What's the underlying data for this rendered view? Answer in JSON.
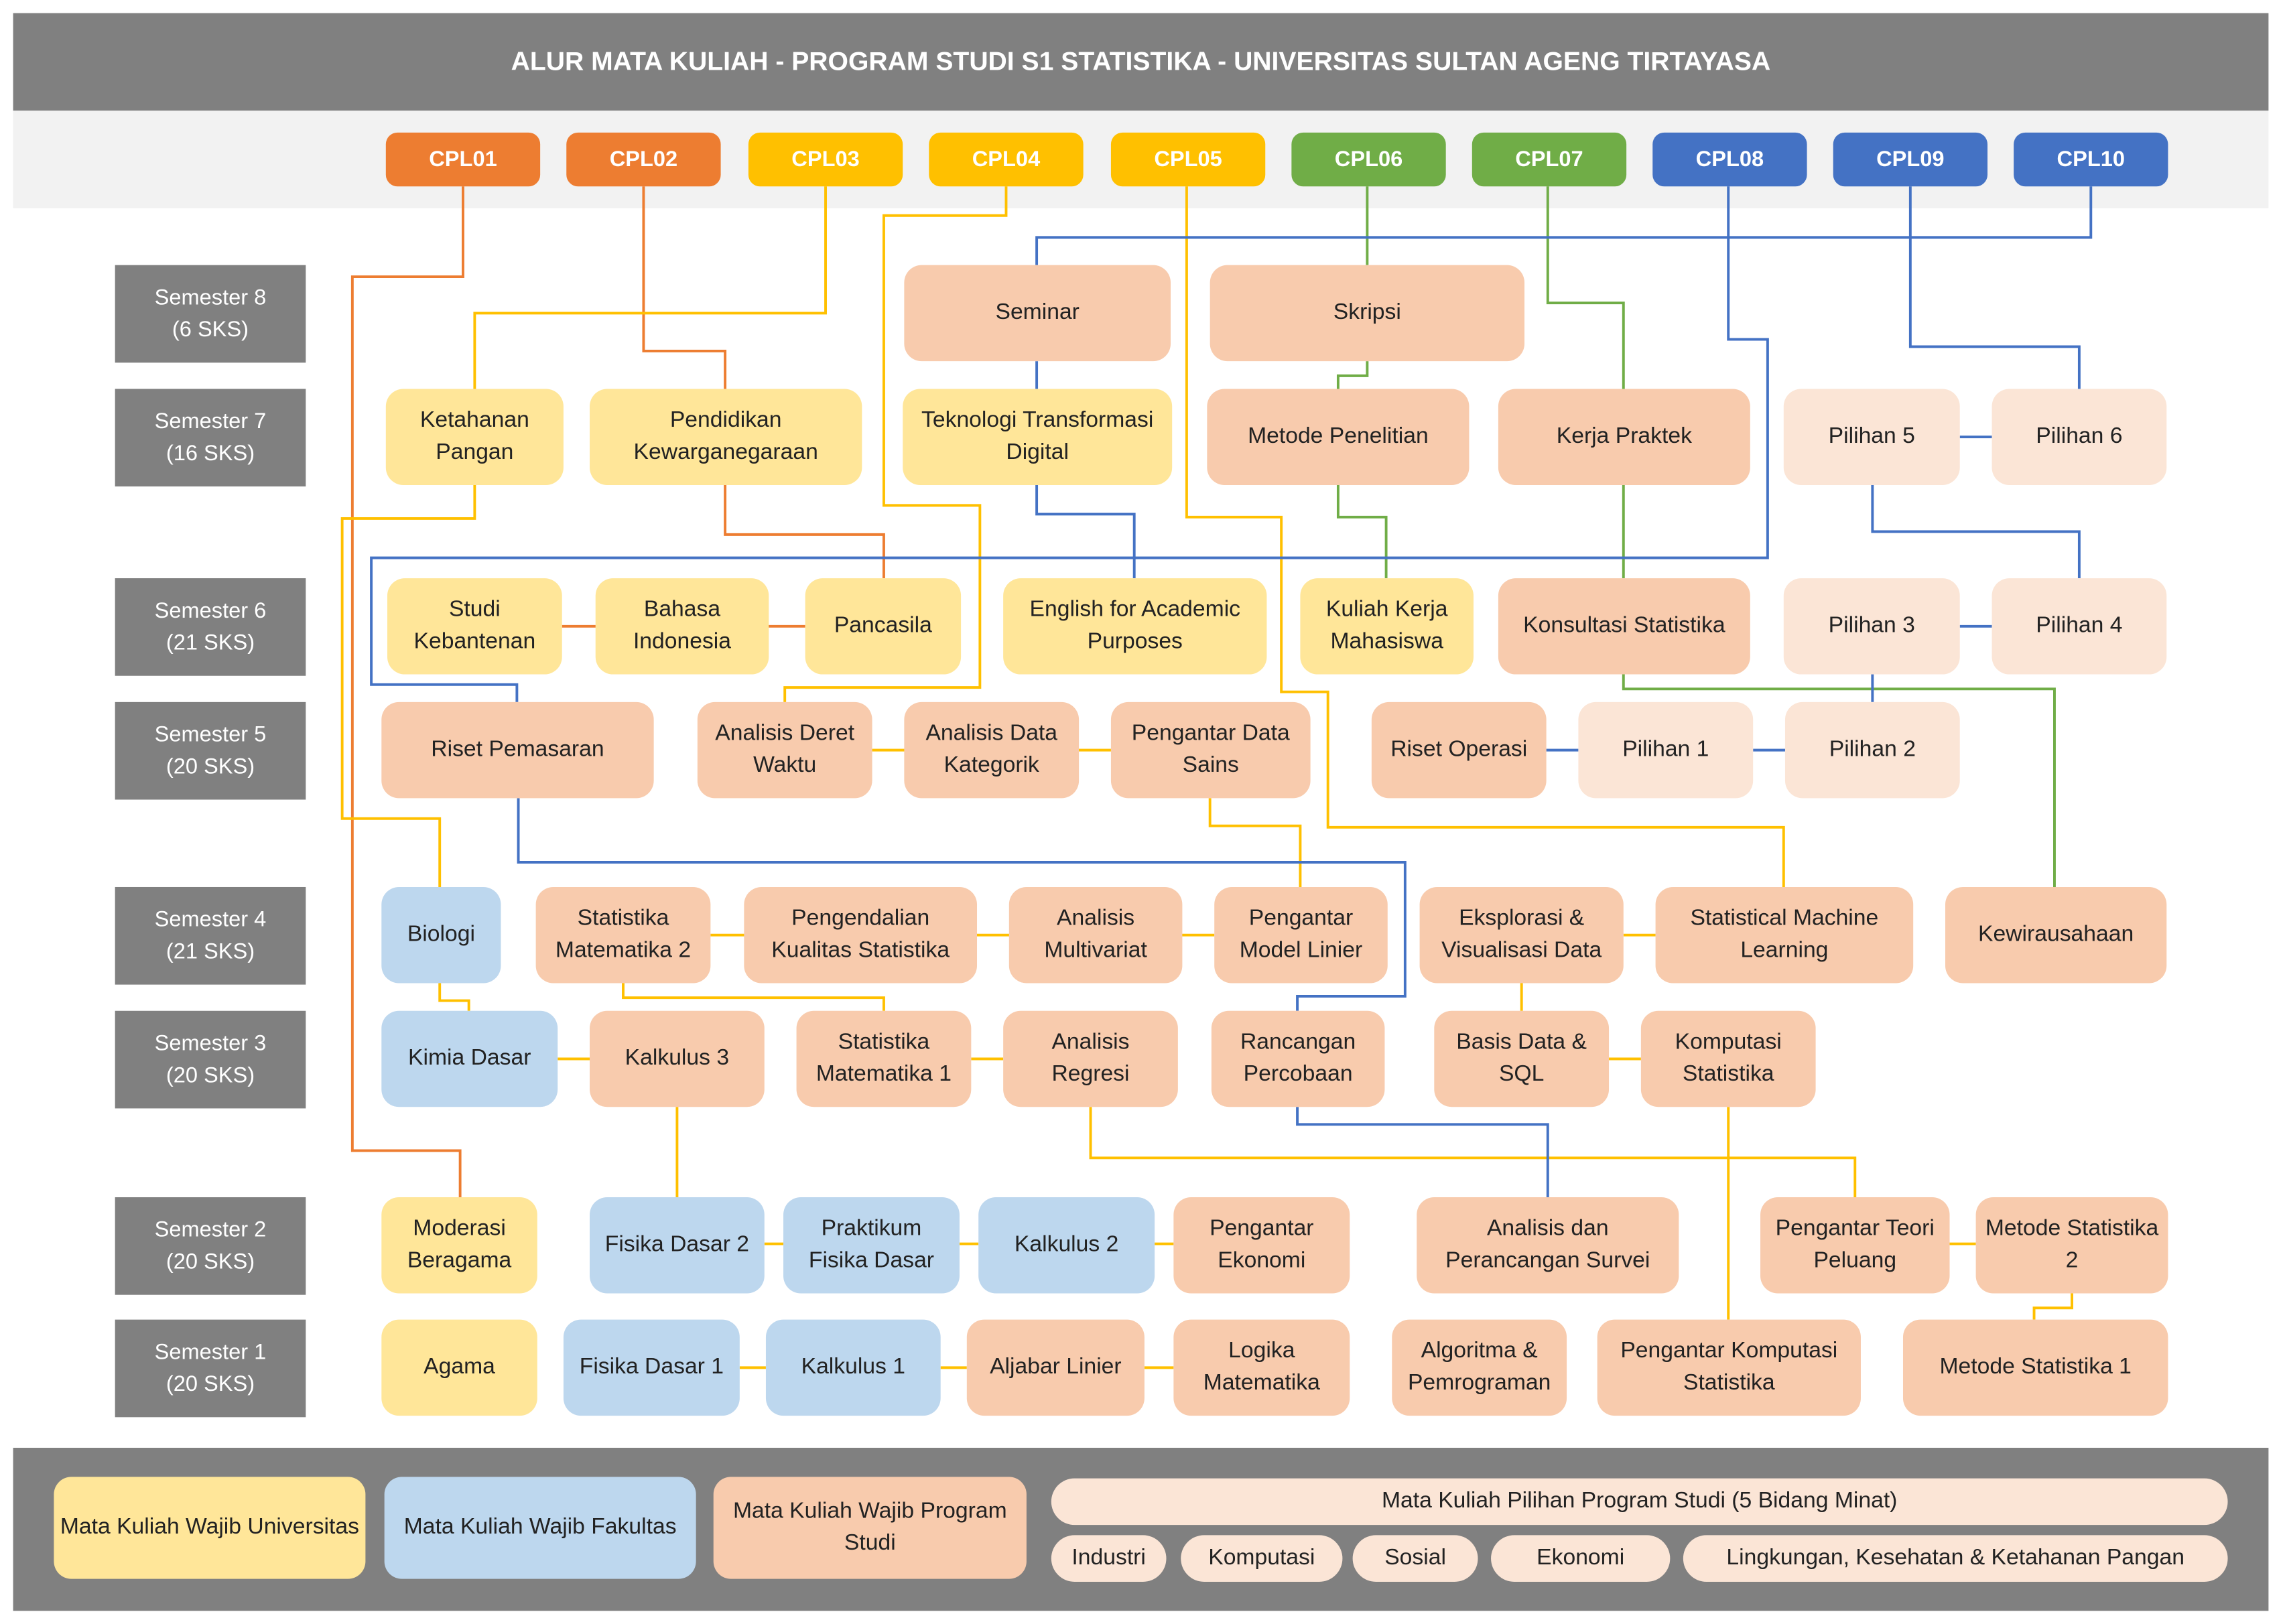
{
  "title": "ALUR MATA KULIAH - PROGRAM STUDI S1 STATISTIKA - UNIVERSITAS SULTAN AGENG TIRTAYASA",
  "cpl": [
    {
      "label": "CPL01",
      "color": "#ed7d31"
    },
    {
      "label": "CPL02",
      "color": "#ed7d31"
    },
    {
      "label": "CPL03",
      "color": "#ffc000"
    },
    {
      "label": "CPL04",
      "color": "#ffc000"
    },
    {
      "label": "CPL05",
      "color": "#ffc000"
    },
    {
      "label": "CPL06",
      "color": "#70ad47"
    },
    {
      "label": "CPL07",
      "color": "#70ad47"
    },
    {
      "label": "CPL08",
      "color": "#4472c4"
    },
    {
      "label": "CPL09",
      "color": "#4472c4"
    },
    {
      "label": "CPL10",
      "color": "#4472c4"
    }
  ],
  "semesters": [
    {
      "name": "Semester 8",
      "sks": "(6 SKS)",
      "courses": [
        {
          "name": "Seminar",
          "type": "prodi"
        },
        {
          "name": "Skripsi",
          "type": "prodi"
        }
      ]
    },
    {
      "name": "Semester 7",
      "sks": "(16 SKS)",
      "courses": [
        {
          "name": "Ketahanan Pangan",
          "type": "univ"
        },
        {
          "name": "Pendidikan Kewarganegaraan",
          "type": "univ"
        },
        {
          "name": "Teknologi Transformasi Digital",
          "type": "univ"
        },
        {
          "name": "Metode Penelitian",
          "type": "prodi"
        },
        {
          "name": "Kerja Praktek",
          "type": "prodi"
        },
        {
          "name": "Pilihan 5",
          "type": "pil"
        },
        {
          "name": "Pilihan 6",
          "type": "pil"
        }
      ]
    },
    {
      "name": "Semester 6",
      "sks": "(21 SKS)",
      "courses": [
        {
          "name": "Studi Kebantenan",
          "type": "univ"
        },
        {
          "name": "Bahasa Indonesia",
          "type": "univ"
        },
        {
          "name": "Pancasila",
          "type": "univ"
        },
        {
          "name": "English for Academic Purposes",
          "type": "univ"
        },
        {
          "name": "Kuliah Kerja Mahasiswa",
          "type": "univ"
        },
        {
          "name": "Konsultasi Statistika",
          "type": "prodi"
        },
        {
          "name": "Pilihan 3",
          "type": "pil"
        },
        {
          "name": "Pilihan 4",
          "type": "pil"
        }
      ]
    },
    {
      "name": "Semester 5",
      "sks": "(20 SKS)",
      "courses": [
        {
          "name": "Riset Pemasaran",
          "type": "prodi"
        },
        {
          "name": "Analisis Deret Waktu",
          "type": "prodi"
        },
        {
          "name": "Analisis Data Kategorik",
          "type": "prodi"
        },
        {
          "name": "Pengantar Data Sains",
          "type": "prodi"
        },
        {
          "name": "Riset Operasi",
          "type": "prodi"
        },
        {
          "name": "Pilihan 1",
          "type": "pil"
        },
        {
          "name": "Pilihan 2",
          "type": "pil"
        }
      ]
    },
    {
      "name": "Semester 4",
      "sks": "(21 SKS)",
      "courses": [
        {
          "name": "Biologi",
          "type": "fak"
        },
        {
          "name": "Statistika Matematika 2",
          "type": "prodi"
        },
        {
          "name": "Pengendalian Kualitas Statistika",
          "type": "prodi"
        },
        {
          "name": "Analisis Multivariat",
          "type": "prodi"
        },
        {
          "name": "Pengantar Model Linier",
          "type": "prodi"
        },
        {
          "name": "Eksplorasi & Visualisasi Data",
          "type": "prodi"
        },
        {
          "name": "Statistical Machine Learning",
          "type": "prodi"
        },
        {
          "name": "Kewirausahaan",
          "type": "prodi"
        }
      ]
    },
    {
      "name": "Semester 3",
      "sks": "(20 SKS)",
      "courses": [
        {
          "name": "Kimia Dasar",
          "type": "fak"
        },
        {
          "name": "Kalkulus 3",
          "type": "prodi"
        },
        {
          "name": "Statistika Matematika 1",
          "type": "prodi"
        },
        {
          "name": "Analisis Regresi",
          "type": "prodi"
        },
        {
          "name": "Rancangan Percobaan",
          "type": "prodi"
        },
        {
          "name": "Basis Data & SQL",
          "type": "prodi"
        },
        {
          "name": "Komputasi Statistika",
          "type": "prodi"
        }
      ]
    },
    {
      "name": "Semester 2",
      "sks": "(20 SKS)",
      "courses": [
        {
          "name": "Moderasi Beragama",
          "type": "univ"
        },
        {
          "name": "Fisika Dasar 2",
          "type": "fak"
        },
        {
          "name": "Praktikum Fisika Dasar",
          "type": "fak"
        },
        {
          "name": "Kalkulus 2",
          "type": "fak"
        },
        {
          "name": "Pengantar Ekonomi",
          "type": "prodi"
        },
        {
          "name": "Analisis dan Perancangan Survei",
          "type": "prodi"
        },
        {
          "name": "Pengantar Teori Peluang",
          "type": "prodi"
        },
        {
          "name": "Metode Statistika 2",
          "type": "prodi"
        }
      ]
    },
    {
      "name": "Semester 1",
      "sks": "(20 SKS)",
      "courses": [
        {
          "name": "Agama",
          "type": "univ"
        },
        {
          "name": "Fisika Dasar 1",
          "type": "fak"
        },
        {
          "name": "Kalkulus 1",
          "type": "fak"
        },
        {
          "name": "Aljabar Linier",
          "type": "prodi"
        },
        {
          "name": "Logika Matematika",
          "type": "prodi"
        },
        {
          "name": "Algoritma & Pemrograman",
          "type": "prodi"
        },
        {
          "name": "Pengantar Komputasi Statistika",
          "type": "prodi"
        },
        {
          "name": "Metode Statistika 1",
          "type": "prodi"
        }
      ]
    }
  ],
  "legend": {
    "univ": "Mata Kuliah Wajib Universitas",
    "fak": "Mata Kuliah Wajib Fakultas",
    "prodi": "Mata Kuliah Wajib Program Studi",
    "pilihan_title": "Mata Kuliah Pilihan Program Studi (5 Bidang Minat)",
    "minat": [
      "Industri",
      "Komputasi",
      "Sosial",
      "Ekonomi",
      "Lingkungan, Kesehatan & Ketahanan Pangan"
    ]
  },
  "colors": {
    "univ": "#ffe699",
    "fak": "#bdd7ee",
    "prodi": "#f8cbad",
    "pilihan": "#fbe5d6",
    "header": "#808080"
  }
}
